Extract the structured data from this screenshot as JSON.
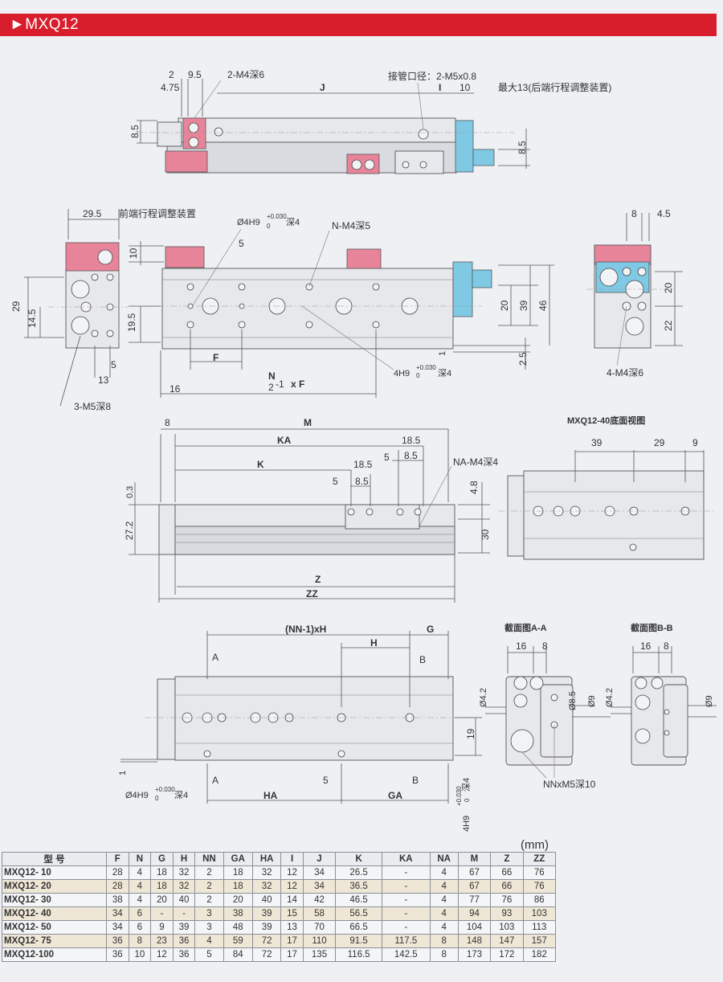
{
  "header": {
    "title": "►MXQ12"
  },
  "top_view": {
    "dims": [
      "2",
      "9.5",
      "4.75",
      "2-M4深6",
      "J",
      "接管口径：2-M5x0.8",
      "I",
      "10",
      "最大13(后端行程调整装置)",
      "8.5",
      "8.5"
    ]
  },
  "front_view": {
    "dims": [
      "29.5",
      "前端行程调整装置",
      "10",
      "29",
      "14.5",
      "19.5",
      "5",
      "13",
      "3-M5深8",
      "5",
      "F",
      "16",
      "N",
      "2",
      "-1",
      "x F",
      "N-M4深5",
      "20",
      "39",
      "46",
      "2.5",
      "1",
      "4H9",
      "+0.030",
      "0",
      "深4",
      "Ø4H9",
      "+0.030",
      "0",
      "深4"
    ]
  },
  "side_view": {
    "dims": [
      "8",
      "4.5",
      "20",
      "22",
      "4-M4深6"
    ]
  },
  "bottom_section": {
    "dims": [
      "8",
      "M",
      "KA",
      "18.5",
      "5",
      "8.5",
      "K",
      "18.5",
      "5",
      "8.5",
      "NA-M4深4",
      "0.3",
      "27.2",
      "4.8",
      "30",
      "Z",
      "ZZ"
    ]
  },
  "bottom_view": {
    "title": "MXQ12-40底面视图",
    "dims": [
      "39",
      "29",
      "9"
    ]
  },
  "lower_view": {
    "dims": [
      "(NN-1)xH",
      "G",
      "H",
      "A",
      "B",
      "19",
      "1",
      "A",
      "B",
      "5",
      "HA",
      "GA",
      "Ø4H9",
      "+0.030",
      "0",
      "深4",
      "4H9",
      "+0.030",
      "0",
      "深4"
    ]
  },
  "section_aa": {
    "title": "截面图A-A",
    "dims": [
      "16",
      "8",
      "Ø4.2",
      "Ø8.5",
      "Ø9"
    ]
  },
  "section_bb": {
    "title": "截面图B-B",
    "dims": [
      "16",
      "8",
      "Ø4.2",
      "Ø9"
    ]
  },
  "callout": "NNxM5深10",
  "table": {
    "units": "(mm)",
    "headers": [
      "型 号",
      "F",
      "N",
      "G",
      "H",
      "NN",
      "GA",
      "HA",
      "I",
      "J",
      "K",
      "KA",
      "NA",
      "M",
      "Z",
      "ZZ"
    ],
    "rows": [
      [
        "MXQ12- 10",
        "28",
        "4",
        "18",
        "32",
        "2",
        "18",
        "32",
        "12",
        "34",
        "26.5",
        "-",
        "4",
        "67",
        "66",
        "76"
      ],
      [
        "MXQ12- 20",
        "28",
        "4",
        "18",
        "32",
        "2",
        "18",
        "32",
        "12",
        "34",
        "36.5",
        "-",
        "4",
        "67",
        "66",
        "76"
      ],
      [
        "MXQ12- 30",
        "38",
        "4",
        "20",
        "40",
        "2",
        "20",
        "40",
        "14",
        "42",
        "46.5",
        "-",
        "4",
        "77",
        "76",
        "86"
      ],
      [
        "MXQ12- 40",
        "34",
        "6",
        "-",
        "-",
        "3",
        "38",
        "39",
        "15",
        "58",
        "56.5",
        "-",
        "4",
        "94",
        "93",
        "103"
      ],
      [
        "MXQ12- 50",
        "34",
        "6",
        "9",
        "39",
        "3",
        "48",
        "39",
        "13",
        "70",
        "66.5",
        "-",
        "4",
        "104",
        "103",
        "113"
      ],
      [
        "MXQ12- 75",
        "36",
        "8",
        "23",
        "36",
        "4",
        "59",
        "72",
        "17",
        "110",
        "91.5",
        "117.5",
        "8",
        "148",
        "147",
        "157"
      ],
      [
        "MXQ12-100",
        "36",
        "10",
        "12",
        "36",
        "5",
        "84",
        "72",
        "17",
        "135",
        "116.5",
        "142.5",
        "8",
        "173",
        "172",
        "182"
      ]
    ]
  }
}
